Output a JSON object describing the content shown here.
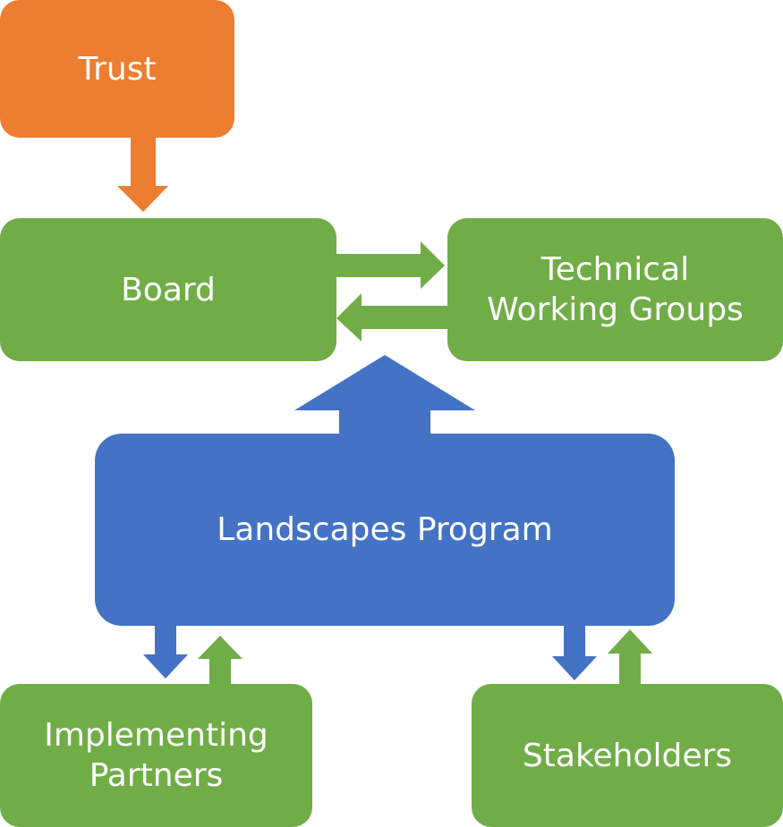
{
  "colors": {
    "orange": "#ED7D31",
    "green": "#70AD47",
    "blue": "#4472C4",
    "text": "#FFFFFF"
  },
  "nodes": {
    "trust": {
      "label": "Trust"
    },
    "board": {
      "label": "Board"
    },
    "technical_working_groups": {
      "label_line1": "Technical",
      "label_line2": "Working Groups"
    },
    "landscapes_program": {
      "label": "Landscapes Program"
    },
    "implementing_partners": {
      "label_line1": "Implementing",
      "label_line2": "Partners"
    },
    "stakeholders": {
      "label": "Stakeholders"
    }
  },
  "edges": [
    {
      "from": "trust",
      "to": "board",
      "color": "orange"
    },
    {
      "from": "board",
      "to": "technical_working_groups",
      "color": "green"
    },
    {
      "from": "technical_working_groups",
      "to": "board",
      "color": "green"
    },
    {
      "from": "landscapes_program",
      "to": "board",
      "color": "blue"
    },
    {
      "from": "landscapes_program",
      "to": "implementing_partners",
      "color": "blue"
    },
    {
      "from": "implementing_partners",
      "to": "landscapes_program",
      "color": "green"
    },
    {
      "from": "landscapes_program",
      "to": "stakeholders",
      "color": "blue"
    },
    {
      "from": "stakeholders",
      "to": "landscapes_program",
      "color": "green"
    }
  ]
}
